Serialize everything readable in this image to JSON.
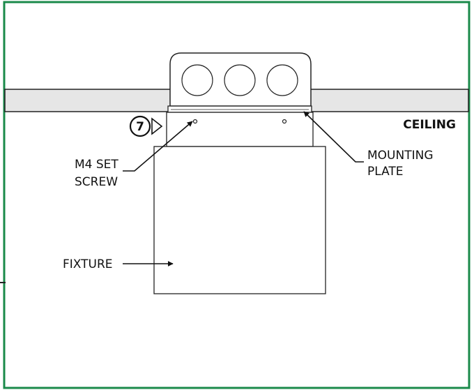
{
  "labels": {
    "ceiling": "CEILING",
    "mounting_plate_line1": "MOUNTING",
    "mounting_plate_line2": "PLATE",
    "set_screw_line1": "M4 SET",
    "set_screw_line2": "SCREW",
    "fixture": "FIXTURE"
  },
  "step_marker": {
    "number": "7"
  },
  "colors": {
    "frame_border": "#1a8a4a",
    "ceiling_fill": "#e6e6e6",
    "line": "#222222"
  }
}
